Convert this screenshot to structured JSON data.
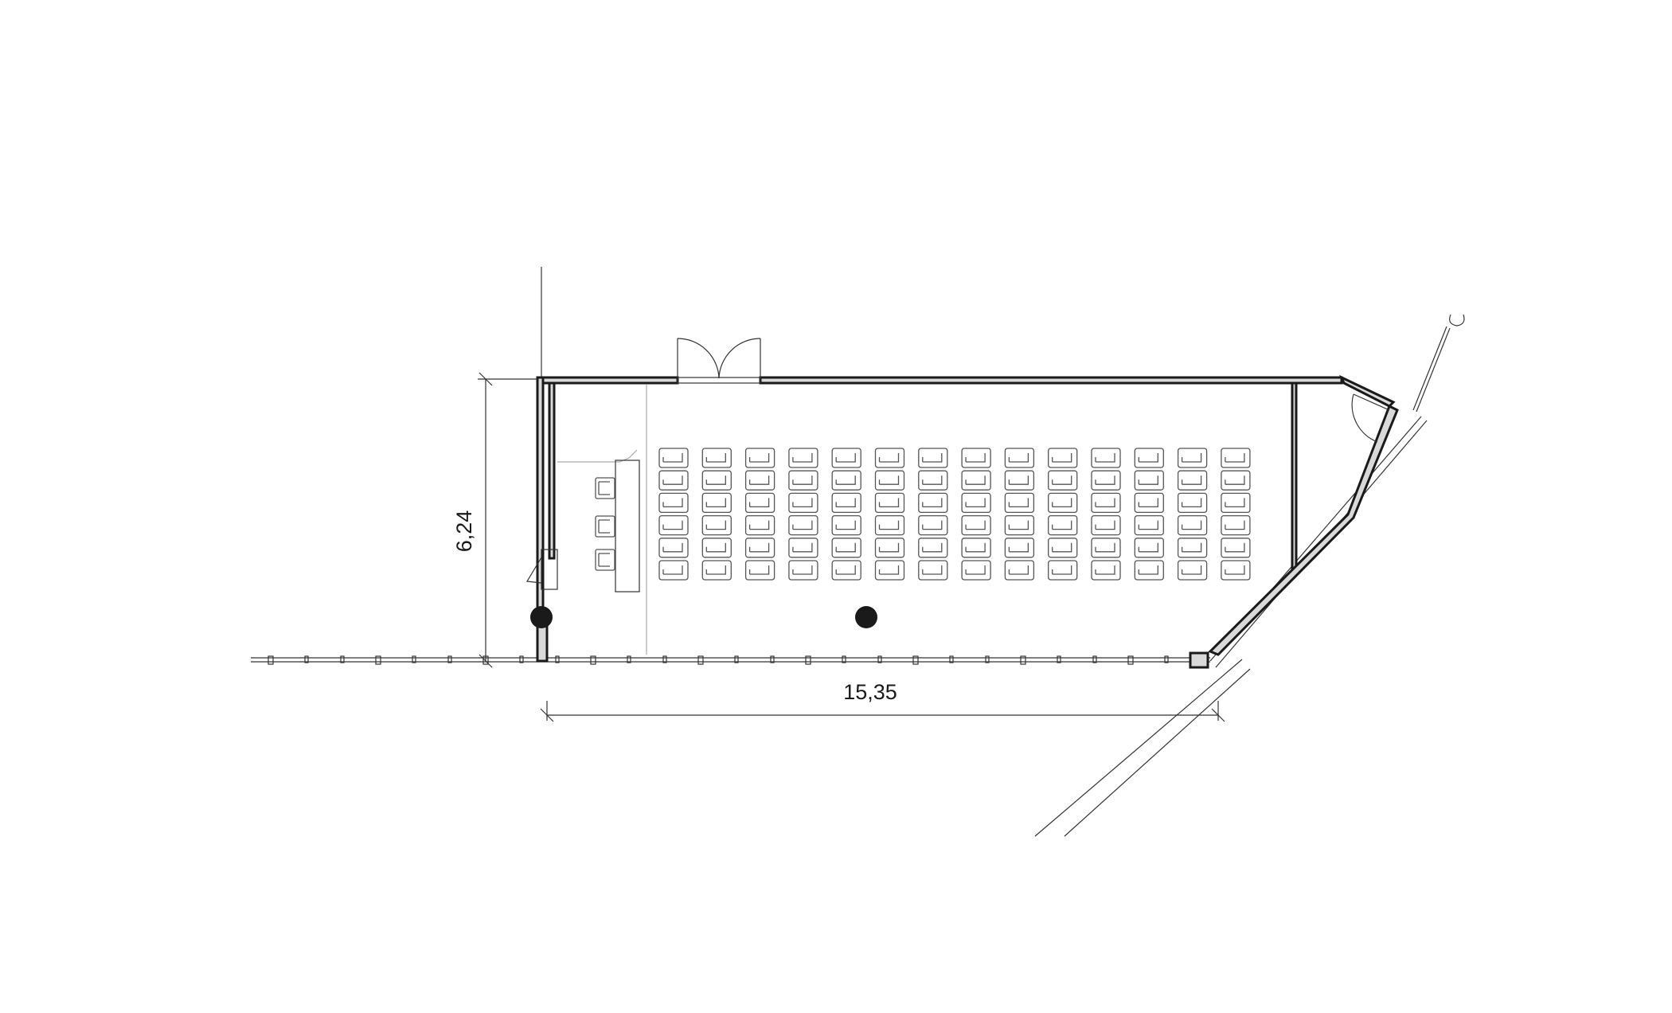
{
  "dimensions": {
    "width_label": "15,35",
    "height_label": "6,24"
  },
  "seating": {
    "rows": 6,
    "columns": 14
  },
  "panel_chairs": 3
}
